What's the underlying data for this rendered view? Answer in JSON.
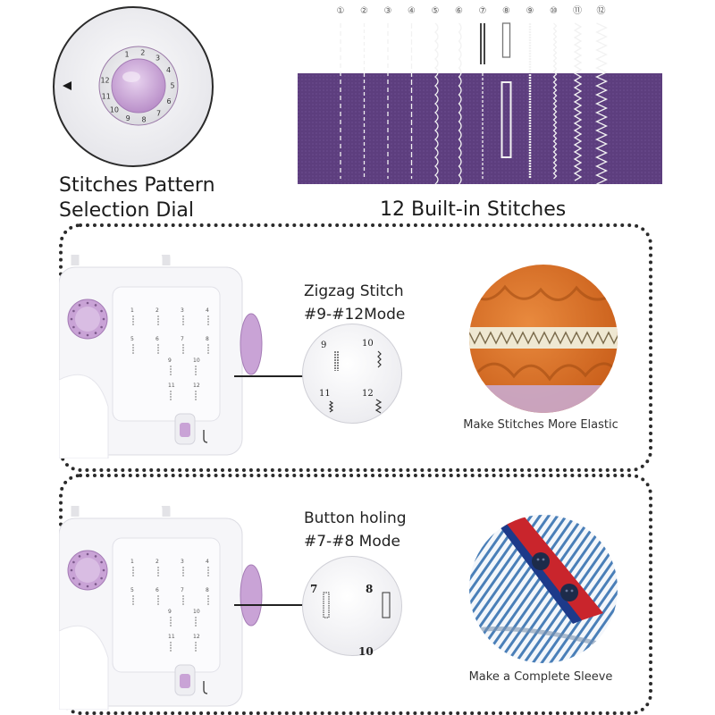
{
  "dial": {
    "title_line1": "Stitches Pattern",
    "title_line2": "Selection Dial",
    "numbers": [
      "1",
      "2",
      "3",
      "4",
      "5",
      "6",
      "7",
      "8",
      "9",
      "10",
      "11",
      "12"
    ]
  },
  "stitch_strip": {
    "title": "12 Built-in Stitches",
    "numbers": [
      "①",
      "②",
      "③",
      "④",
      "⑤",
      "⑥",
      "⑦",
      "⑧",
      "⑨",
      "⑩",
      "⑪",
      "⑫"
    ],
    "fabric_color": "#5e3f80"
  },
  "zigzag_panel": {
    "label_line1": "Zigzag Stitch",
    "label_line2": "#9-#12Mode",
    "zoom_numbers": [
      "9",
      "10",
      "11",
      "12"
    ],
    "caption": "Make Stitches More Elastic",
    "fabric_color": "#d9691f"
  },
  "button_panel": {
    "label_line1": "Button holing",
    "label_line2": "#7-#8 Mode",
    "zoom_numbers": [
      "7",
      "8",
      "10"
    ],
    "caption": "Make a Complete Sleeve",
    "button_color": "#1d2b4a"
  },
  "machine": {
    "panel_rows": [
      [
        "1",
        "2",
        "3",
        "4"
      ],
      [
        "5",
        "6",
        "7",
        "8"
      ],
      [
        "9",
        "10"
      ],
      [
        "11",
        "12"
      ]
    ],
    "accent": "#c9a3d6"
  }
}
